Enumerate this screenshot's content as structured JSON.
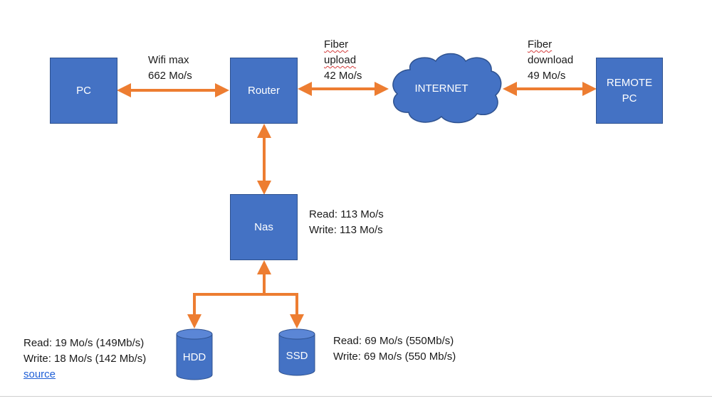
{
  "colors": {
    "node": "#4472c4",
    "node_border": "#2f528f",
    "connector": "#ed7d31",
    "link": "#1f5fd6"
  },
  "nodes": {
    "pc": "PC",
    "router": "Router",
    "internet": "INTERNET",
    "remote_pc": {
      "line1": "REMOTE",
      "line2": "PC"
    },
    "nas": "Nas",
    "hdd": "HDD",
    "ssd": "SSD"
  },
  "links": {
    "wifi": {
      "line1": "Wifi max",
      "line2": "662 Mo/s"
    },
    "upload": {
      "line1": "Fiber",
      "line2": "upload",
      "line3": "42 Mo/s"
    },
    "download": {
      "line1": "Fiber",
      "line2": "download",
      "line3": "49 Mo/s"
    }
  },
  "stats": {
    "nas": {
      "read": "Read: 113 Mo/s",
      "write": "Write: 113 Mo/s"
    },
    "hdd": {
      "read": "Read: 19 Mo/s (149Mb/s)",
      "write": "Write: 18 Mo/s (142 Mb/s)",
      "source": "source"
    },
    "ssd": {
      "read": "Read: 69 Mo/s (550Mb/s)",
      "write": "Write: 69 Mo/s (550 Mb/s)"
    }
  }
}
